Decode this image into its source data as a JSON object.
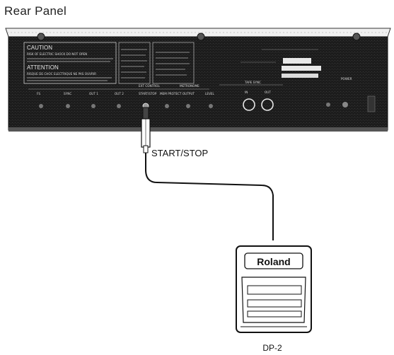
{
  "title": "Rear Panel",
  "cable_label": "START/STOP",
  "pedal": {
    "brand": "Roland",
    "model": "DP-2"
  },
  "panel": {
    "caution_heading": "CAUTION",
    "attention_heading": "ATTENTION",
    "caution_text": "RISK OF ELECTRIC SHOCK DO NOT OPEN",
    "attention_text": "RISQUE DE CHOC ELECTRIQUE NE PAS OUVRIR",
    "section_ext_control": "EXT CONTROL",
    "section_metronome": "METRONOME",
    "section_tape_sync": "TAPE SYNC",
    "jack_labels": [
      "FS",
      "SYNC",
      "OUT 1",
      "OUT 2",
      "START/STOP",
      "MEM PROTECT",
      "OUTPUT",
      "LEVEL",
      "IN",
      "OUT",
      "POWER"
    ]
  },
  "colors": {
    "panel": "#1c1c1c",
    "ink": "#111111",
    "paper": "#ffffff"
  }
}
